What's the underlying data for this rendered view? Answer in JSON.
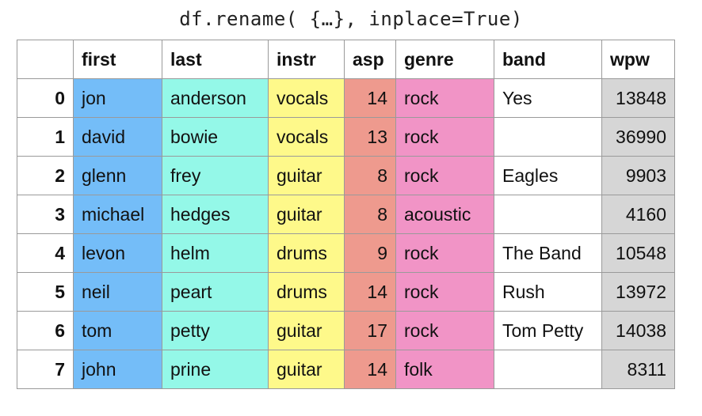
{
  "title": "df.rename( {…}, inplace=True)",
  "columns": [
    {
      "key": "first",
      "label": "first",
      "color": "#74bdf8"
    },
    {
      "key": "last",
      "label": "last",
      "color": "#94f8e8"
    },
    {
      "key": "instr",
      "label": "instr",
      "color": "#fef98a"
    },
    {
      "key": "asp",
      "label": "asp",
      "color": "#ee9a8e"
    },
    {
      "key": "genre",
      "label": "genre",
      "color": "#f194c6"
    },
    {
      "key": "band",
      "label": "band",
      "color": "#ffffff"
    },
    {
      "key": "wpw",
      "label": "wpw",
      "color": "#d6d6d6"
    }
  ],
  "rows": [
    {
      "index": "0",
      "first": "jon",
      "last": "anderson",
      "instr": "vocals",
      "asp": "14",
      "genre": "rock",
      "band": "Yes",
      "wpw": "13848"
    },
    {
      "index": "1",
      "first": "david",
      "last": "bowie",
      "instr": "vocals",
      "asp": "13",
      "genre": "rock",
      "band": "",
      "wpw": "36990"
    },
    {
      "index": "2",
      "first": "glenn",
      "last": "frey",
      "instr": "guitar",
      "asp": "8",
      "genre": "rock",
      "band": "Eagles",
      "wpw": "9903"
    },
    {
      "index": "3",
      "first": "michael",
      "last": "hedges",
      "instr": "guitar",
      "asp": "8",
      "genre": "acoustic",
      "band": "",
      "wpw": "4160"
    },
    {
      "index": "4",
      "first": "levon",
      "last": "helm",
      "instr": "drums",
      "asp": "9",
      "genre": "rock",
      "band": "The Band",
      "wpw": "10548"
    },
    {
      "index": "5",
      "first": "neil",
      "last": "peart",
      "instr": "drums",
      "asp": "14",
      "genre": "rock",
      "band": "Rush",
      "wpw": "13972"
    },
    {
      "index": "6",
      "first": "tom",
      "last": "petty",
      "instr": "guitar",
      "asp": "17",
      "genre": "rock",
      "band": "Tom Petty",
      "wpw": "14038"
    },
    {
      "index": "7",
      "first": "john",
      "last": "prine",
      "instr": "guitar",
      "asp": "14",
      "genre": "folk",
      "band": "",
      "wpw": "8311"
    }
  ]
}
